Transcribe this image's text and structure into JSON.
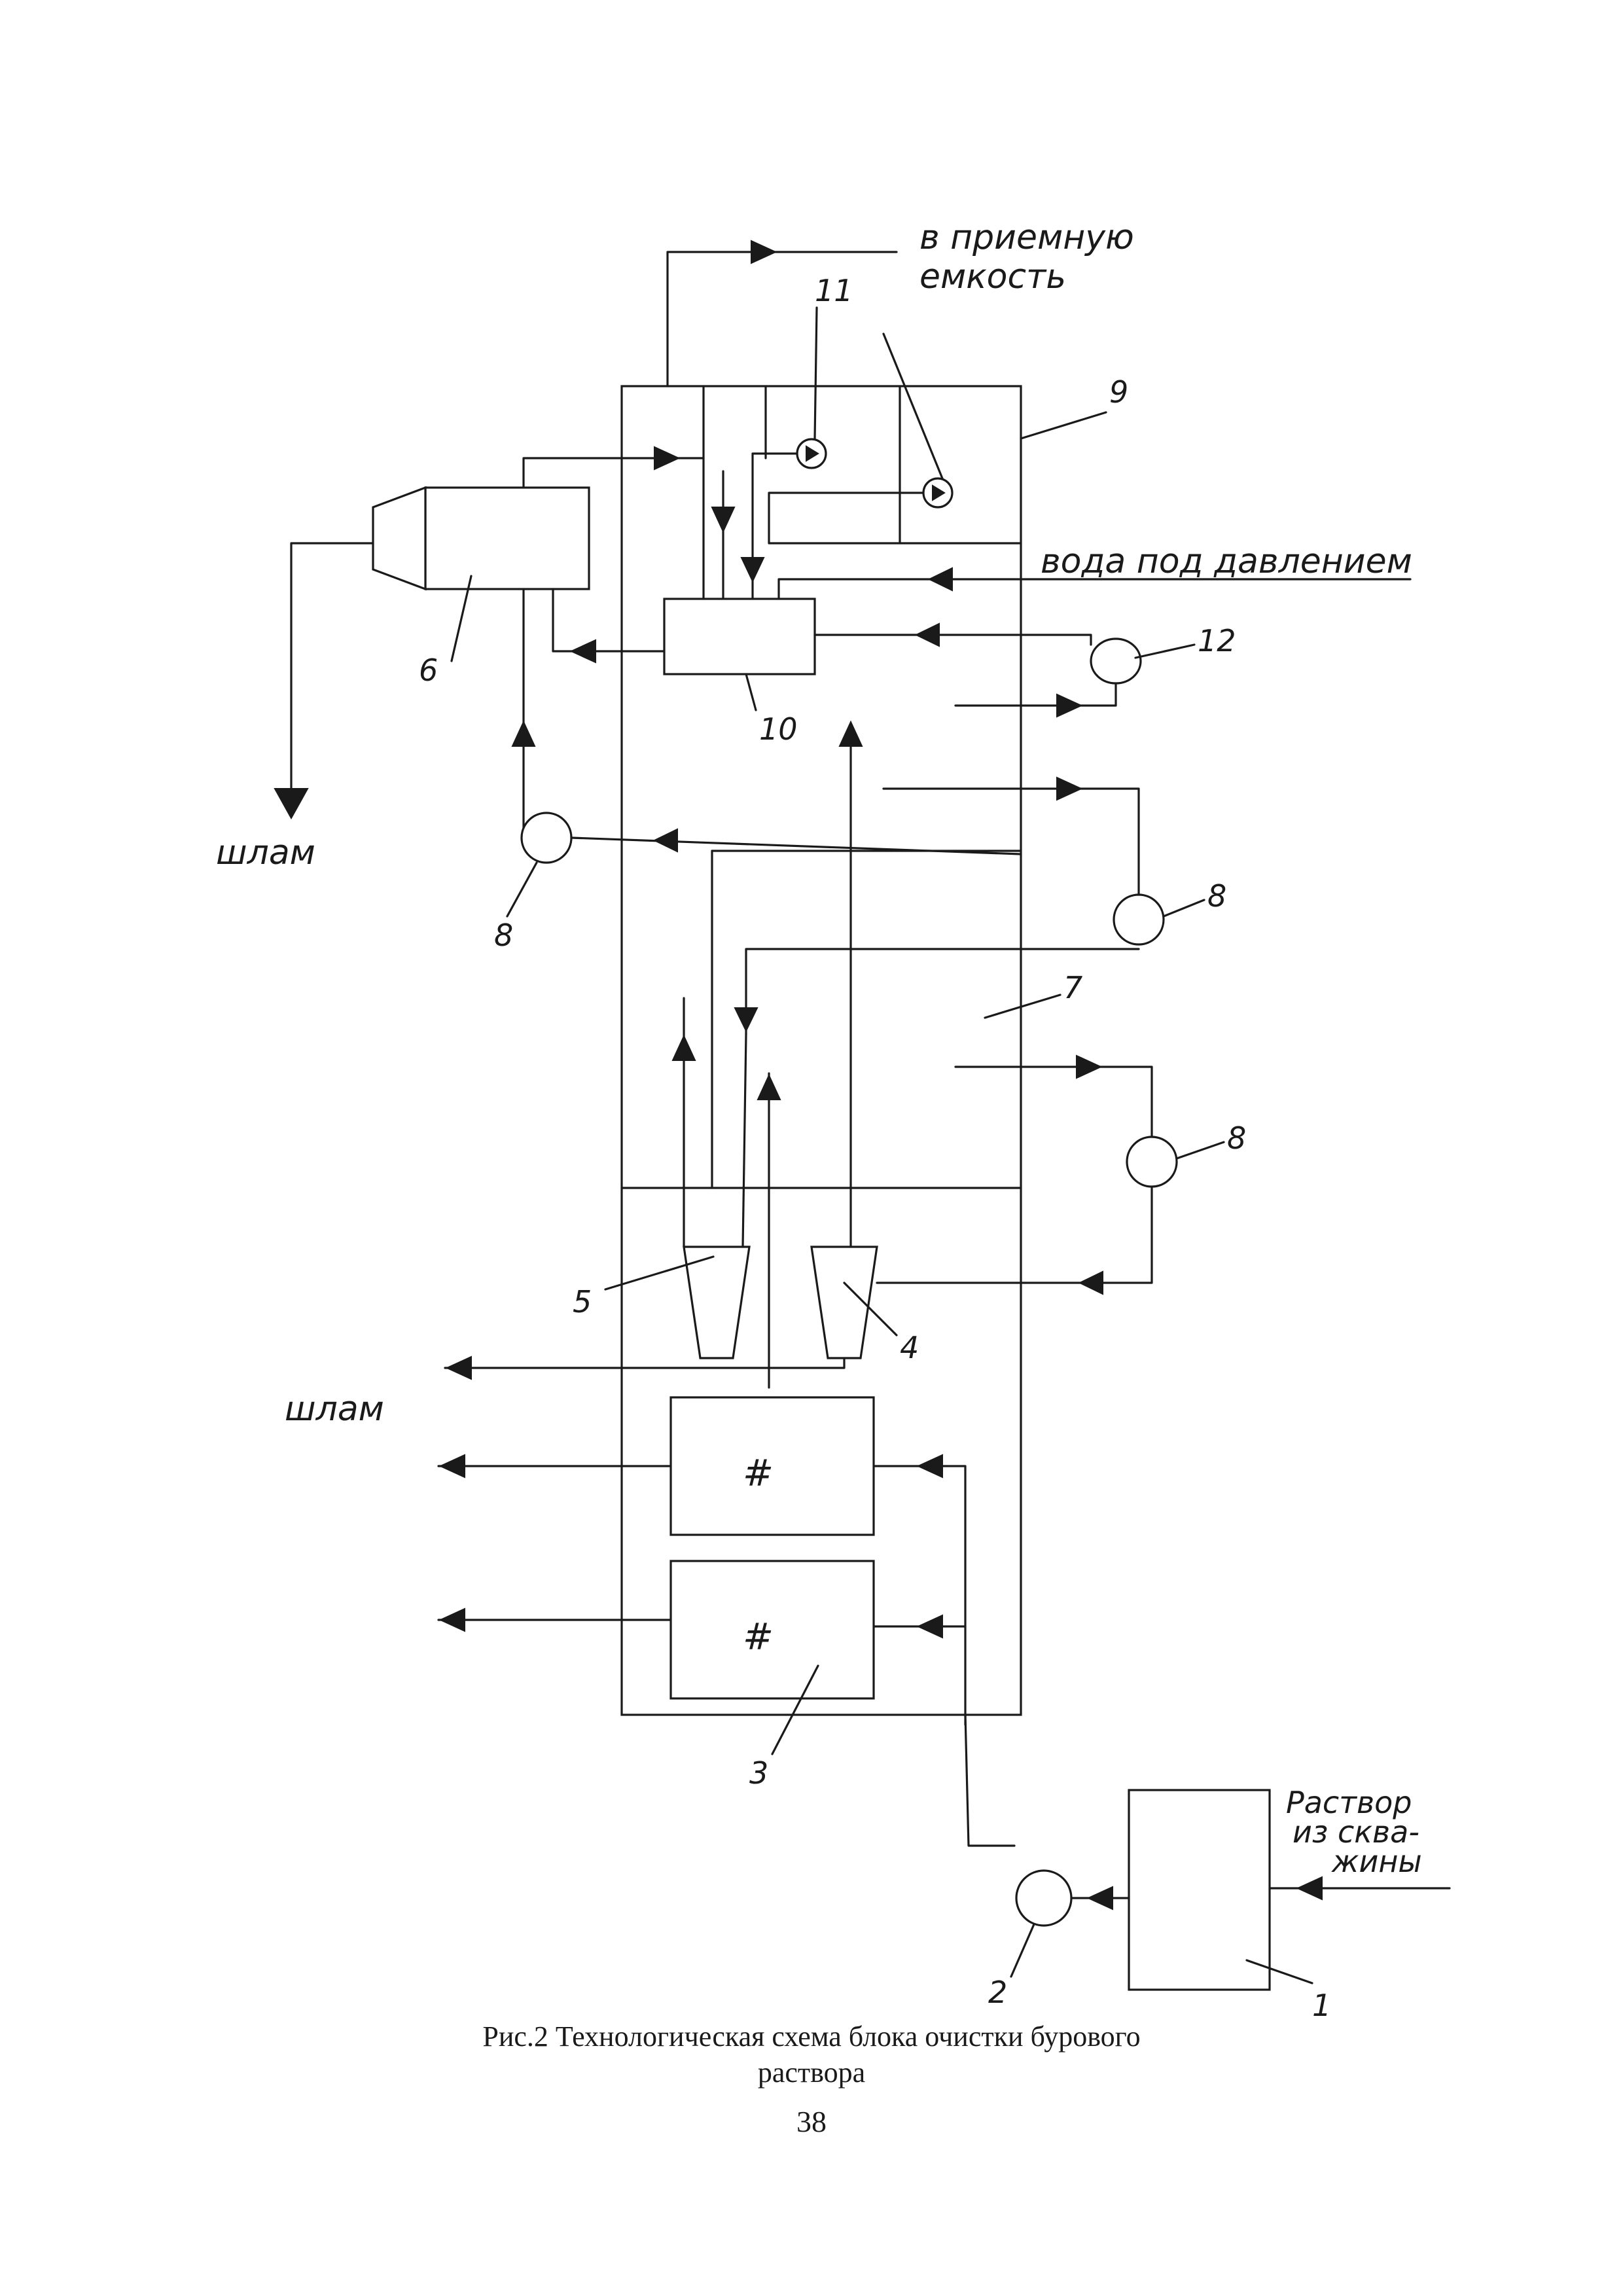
{
  "labels": {
    "to_tank_line1": "в приемную",
    "to_tank_line2": "емкость",
    "pressurized_water": "вода под давлением",
    "sludge": "шлам",
    "solution_line1": "Раствор",
    "solution_line2": "из сква-",
    "solution_line3": "жины"
  },
  "numbers": {
    "n1": "1",
    "n2": "2",
    "n3": "3",
    "n4": "4",
    "n5": "5",
    "n6": "6",
    "n7": "7",
    "n8": "8",
    "n9": "9",
    "n10": "10",
    "n11": "11",
    "n12": "12"
  },
  "caption": {
    "line1": "Рис.2 Технологическая схема блока очистки бурового",
    "line2": "раствора"
  },
  "page_number": "38",
  "colors": {
    "ink": "#1a1a1a",
    "paper": "#ffffff"
  }
}
